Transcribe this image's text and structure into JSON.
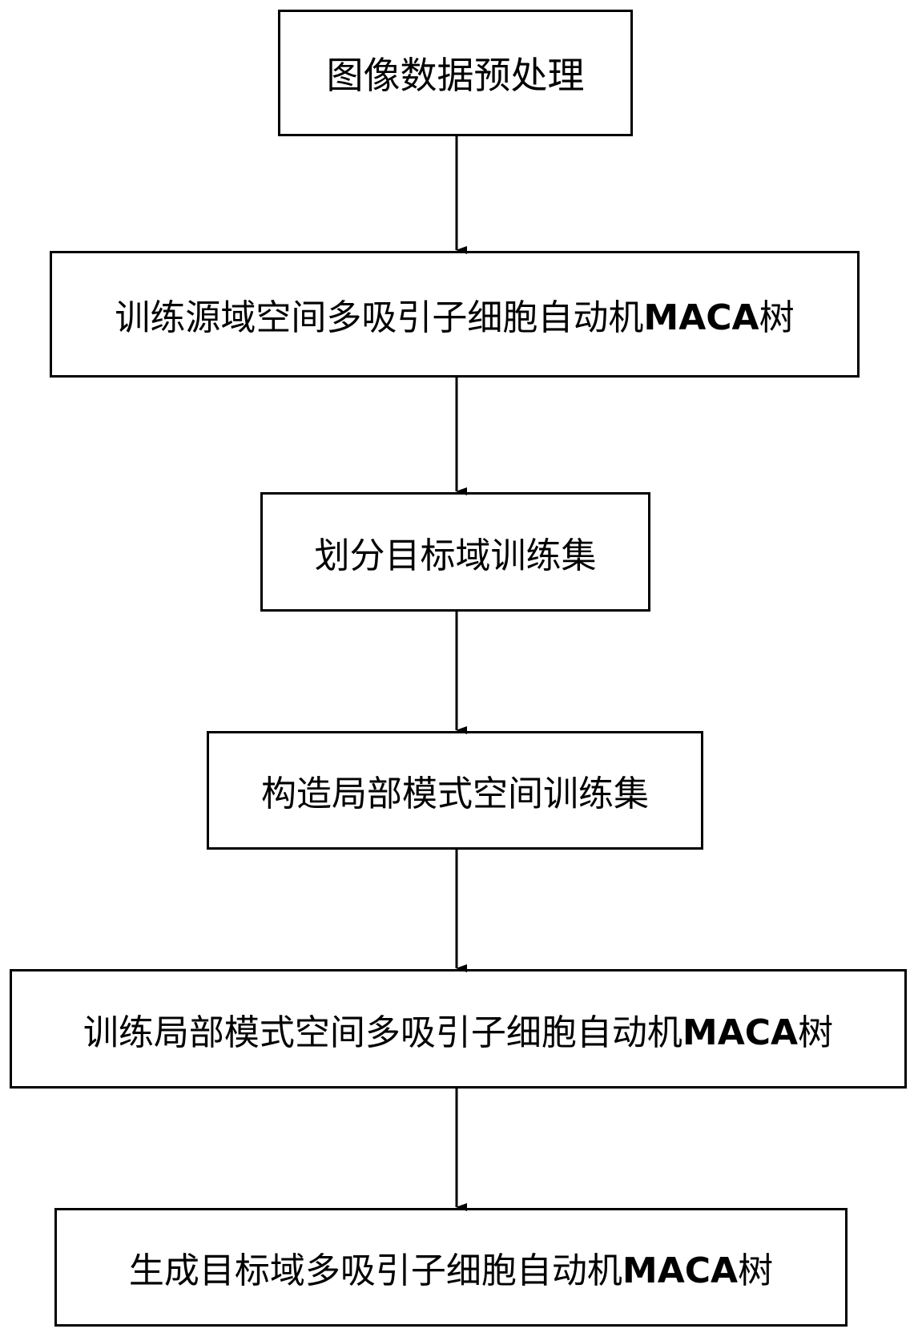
{
  "diagram": {
    "type": "flowchart",
    "direction": "top-to-bottom",
    "line_color": "#000000",
    "steps": [
      {
        "id": "step1",
        "label": "图像数据预处理"
      },
      {
        "id": "step2",
        "label": "训练源域空间多吸引子细胞自动机MACA树"
      },
      {
        "id": "step3",
        "label": "划分目标域训练集"
      },
      {
        "id": "step4",
        "label": "构造局部模式空间训练集"
      },
      {
        "id": "step5",
        "label": "训练局部模式空间多吸引子细胞自动机MACA树"
      },
      {
        "id": "step6",
        "label": "生成目标域多吸引子细胞自动机MACA树"
      }
    ],
    "edges": [
      {
        "from": "step1",
        "to": "step2"
      },
      {
        "from": "step2",
        "to": "step3"
      },
      {
        "from": "step3",
        "to": "step4"
      },
      {
        "from": "step4",
        "to": "step5"
      },
      {
        "from": "step5",
        "to": "step6"
      }
    ]
  }
}
